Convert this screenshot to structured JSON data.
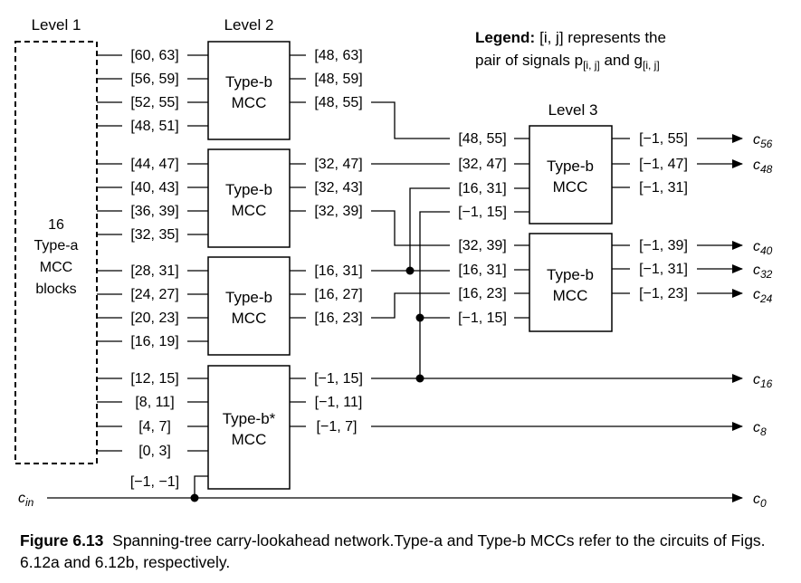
{
  "levels": {
    "l1": "Level 1",
    "l2": "Level 2",
    "l3": "Level 3"
  },
  "legend": {
    "bold": "Legend:",
    "text1": "[i, j] represents the",
    "text2": "pair of signals p",
    "sub1": "[i, j]",
    "and": " and g",
    "sub2": "[i, j]"
  },
  "level1_block": [
    "16",
    "Type-a",
    "MCC",
    "blocks"
  ],
  "level2_blocks": [
    {
      "label": [
        "Type-b",
        "MCC"
      ],
      "inputs": [
        "[60, 63]",
        "[56, 59]",
        "[52, 55]",
        "[48, 51]"
      ],
      "outputs": [
        "[48, 63]",
        "[48, 59]",
        "[48, 55]"
      ]
    },
    {
      "label": [
        "Type-b",
        "MCC"
      ],
      "inputs": [
        "[44, 47]",
        "[40, 43]",
        "[36, 39]",
        "[32, 35]"
      ],
      "outputs": [
        "[32, 47]",
        "[32, 43]",
        "[32, 39]"
      ]
    },
    {
      "label": [
        "Type-b",
        "MCC"
      ],
      "inputs": [
        "[28, 31]",
        "[24, 27]",
        "[20, 23]",
        "[16, 19]"
      ],
      "outputs": [
        "[16, 31]",
        "[16, 27]",
        "[16, 23]"
      ]
    },
    {
      "label": [
        "Type-b*",
        "MCC"
      ],
      "inputs": [
        "[12, 15]",
        "[8, 11]",
        "[4, 7]",
        "[0, 3]",
        "[−1, −1]"
      ],
      "outputs": [
        "[−1, 15]",
        "[−1, 11]",
        "[−1, 7]"
      ]
    }
  ],
  "level3_blocks": [
    {
      "label": [
        "Type-b",
        "MCC"
      ],
      "inputs": [
        "[48, 55]",
        "[32, 47]",
        "[16, 31]",
        "[−1, 15]"
      ],
      "outputs": [
        "[−1, 55]",
        "[−1, 47]",
        "[−1, 31]"
      ]
    },
    {
      "label": [
        "Type-b",
        "MCC"
      ],
      "inputs": [
        "[32, 39]",
        "[16, 31]",
        "[16, 23]",
        "[−1, 15]"
      ],
      "outputs": [
        "[−1, 39]",
        "[−1, 31]",
        "[−1, 23]"
      ]
    }
  ],
  "carries": [
    {
      "c": "c",
      "sub": "56"
    },
    {
      "c": "c",
      "sub": "48"
    },
    {
      "c": "c",
      "sub": "40"
    },
    {
      "c": "c",
      "sub": "32"
    },
    {
      "c": "c",
      "sub": "24"
    },
    {
      "c": "c",
      "sub": "16"
    },
    {
      "c": "c",
      "sub": "8"
    },
    {
      "c": "c",
      "sub": "0"
    }
  ],
  "cin": {
    "c": "c",
    "sub": "in"
  },
  "caption": {
    "label": "Figure 6.13",
    "text": "Spanning-tree carry-lookahead network.Type-a and Type-b MCCs refer to the circuits of Figs. 6.12a and 6.12b, respectively."
  }
}
